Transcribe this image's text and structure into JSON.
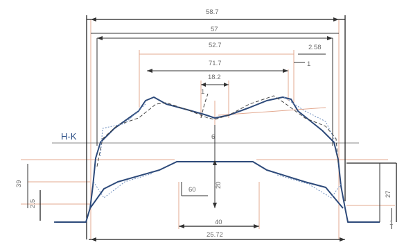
{
  "drawing": {
    "label_nk": "H-K",
    "dimensions": {
      "overall_top": "58.7",
      "width_top": "57",
      "width_mid": "52.7",
      "shoulder_width": "71.7",
      "center_width": "18.2",
      "right_offset": "2.58",
      "tick_mark": "1",
      "small_angle": "1",
      "center_depth": "6",
      "gap_label": "60",
      "inner_depth": "20",
      "bottom_inner": "40",
      "overall_bottom": "25.72",
      "left_height_outer": "39",
      "left_height_inner": "2.5",
      "right_height": "27",
      "right_small": "1"
    }
  }
}
